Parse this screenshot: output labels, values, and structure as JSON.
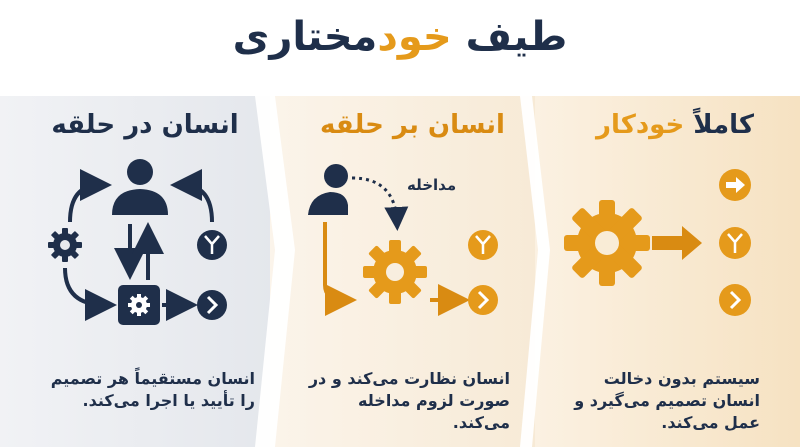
{
  "title": {
    "part1": "طیف ",
    "part2": "خود",
    "part3": "مختاری"
  },
  "panels": {
    "left": {
      "heading": "انسان در حلقه",
      "description": "انسان مستقیماً هر تصمیم را تأیید یا اجرا می‌کند."
    },
    "middle": {
      "heading": "انسان بر حلقه",
      "intervene_label": "مداخله",
      "description": "انسان نظارت می‌کند و در صورت لزوم مداخله می‌کند."
    },
    "right": {
      "heading_part1": "کاملاً ",
      "heading_part2": "خودکار",
      "description": "سیستم بدون دخالت انسان تصمیم می‌گیرد و عمل می‌کند."
    }
  },
  "colors": {
    "navy": "#1f2f4a",
    "orange": "#e59a1b",
    "dark_orange": "#d98b12"
  }
}
